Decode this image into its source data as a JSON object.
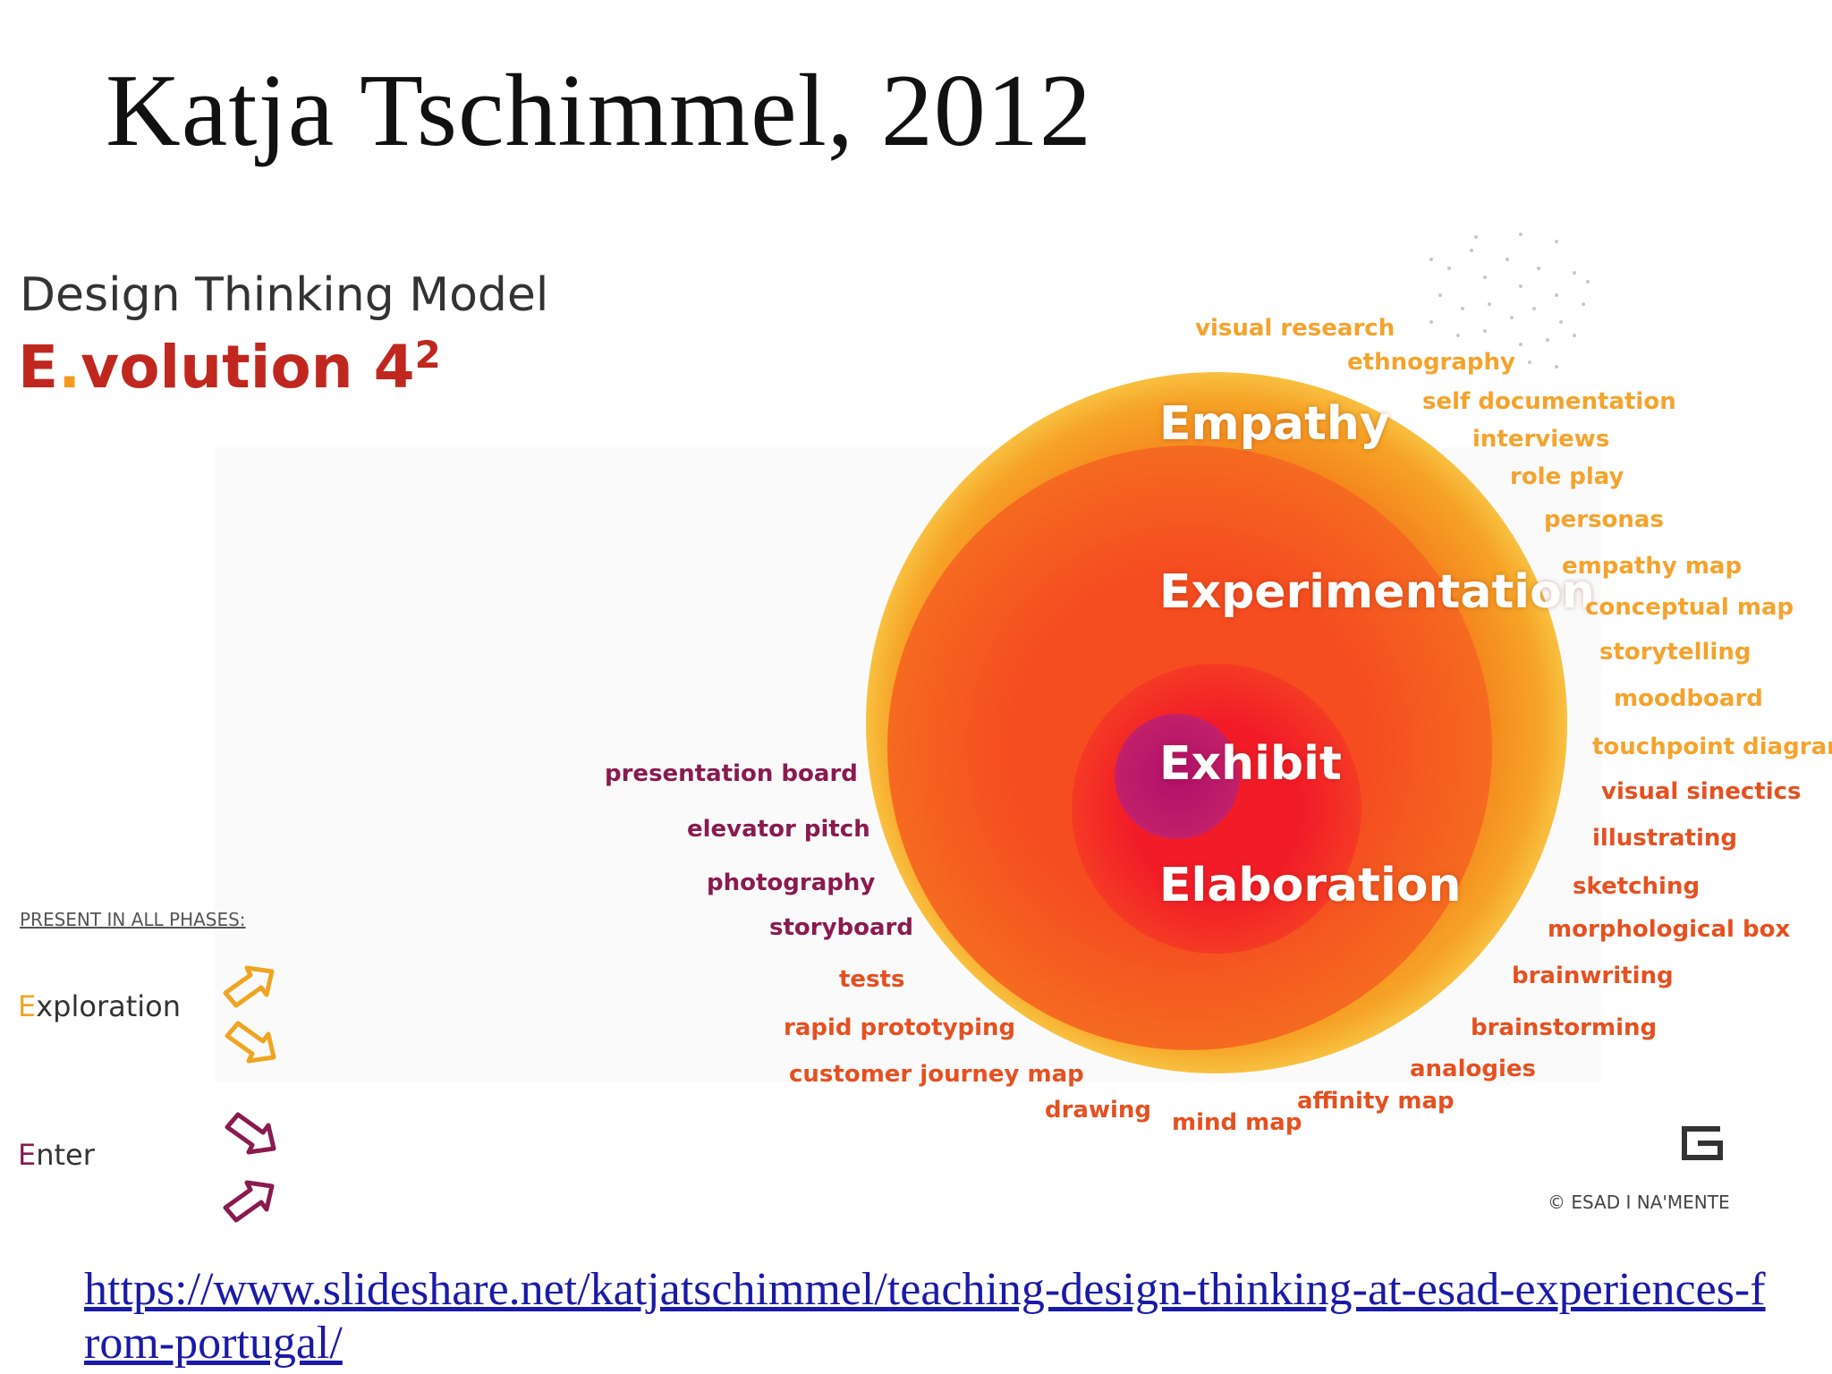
{
  "slide": {
    "title": "Katja Tschimmel, 2012",
    "source_url": "https://www.slideshare.net/katjatschimmel/teaching-design-thinking-at-esad-experiences-from-portugal/"
  },
  "model": {
    "heading": "Design Thinking Model",
    "name_letter": "E",
    "name_dot": ".",
    "name_rest": "volution 4",
    "name_superscript": "2"
  },
  "phases": {
    "empathy": "Empathy",
    "experimentation": "Experimentation",
    "exhibit": "Exhibit",
    "elaboration": "Elaboration"
  },
  "tools": {
    "visual_research": "visual research",
    "ethnography": "ethnography",
    "self_documentation": "self documentation",
    "interviews": "interviews",
    "role_play": "role play",
    "personas": "personas",
    "empathy_map": "empathy map",
    "conceptual_map": "conceptual map",
    "storytelling": "storytelling",
    "moodboard": "moodboard",
    "touchpoint_diagram": "touchpoint diagram",
    "visual_sinectics": "visual sinectics",
    "illustrating": "illustrating",
    "sketching": "sketching",
    "morphological_box": "morphological box",
    "brainwriting": "brainwriting",
    "brainstorming": "brainstorming",
    "analogies": "analogies",
    "affinity_map": "affinity map",
    "mind_map": "mind map",
    "drawing": "drawing",
    "customer_journey_map": "customer journey map",
    "rapid_prototyping": "rapid prototyping",
    "tests": "tests",
    "storyboard": "storyboard",
    "photography": "photography",
    "elevator_pitch": "elevator pitch",
    "presentation_board": "presentation board"
  },
  "legend": {
    "present_all": "PRESENT IN ALL PHASES:",
    "exploration_first": "E",
    "exploration_rest": "xploration",
    "enter_first": "E",
    "enter_rest": "nter"
  },
  "footer": {
    "copyright": "© ESAD I NA'MENTE"
  },
  "colors": {
    "outer_ring": "#f7b52a",
    "middle_ring": "#f5571f",
    "inner_ring": "#f0202a",
    "core": "#b2156a",
    "orange_text": "#f5a32c",
    "red_text": "#e6501f",
    "purple_text": "#8a1a4f",
    "link": "#1a1aa8"
  },
  "icons": [
    "exploration-arrow-icon",
    "enter-arrow-icon",
    "esad-logo-icon"
  ]
}
